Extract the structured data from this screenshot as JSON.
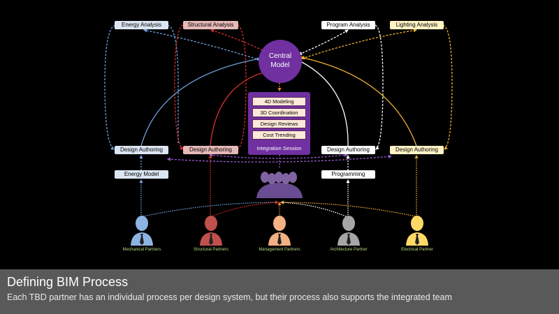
{
  "diagram": {
    "center": {
      "label_line1": "Central",
      "label_line2": "Model",
      "color": "#7030a0"
    },
    "analysis": [
      {
        "label": "Energy Analysis",
        "color": "#dce6f2"
      },
      {
        "label": "Structural Analysis",
        "color": "#e6b9b8"
      },
      {
        "label": "Program Analysis",
        "color": "#ffffff"
      },
      {
        "label": "Lighting Analysis",
        "color": "#fff2c5"
      }
    ],
    "authoring": [
      {
        "label": "Design Authoring",
        "color": "#dce6f2"
      },
      {
        "label": "Design Authoring",
        "color": "#e6b9b8"
      },
      {
        "label": "Design Authoring",
        "color": "#ffffff"
      },
      {
        "label": "Design Authoring",
        "color": "#fff2c5"
      }
    ],
    "inputs": [
      {
        "label": "Energy Model",
        "color": "#dce6f2"
      },
      {
        "label": "Programming",
        "color": "#ffffff"
      }
    ],
    "integration": {
      "items": [
        "4D Modeling",
        "3D Coordination",
        "Design Reviews",
        "Cost Trending"
      ],
      "label": "Integration Session"
    },
    "partners": [
      {
        "label": "Mechanical Partners",
        "color": "#8db3e2"
      },
      {
        "label": "Structural Partners",
        "color": "#c0504d"
      },
      {
        "label": "Management Partners",
        "color": "#f4b183"
      },
      {
        "label": "Architecture Partner",
        "color": "#a6a6a6"
      },
      {
        "label": "Electrical Partner",
        "color": "#ffd966"
      }
    ],
    "line_colors": {
      "mechanical": "#6fa0dc",
      "structural": "#d9302c",
      "architecture": "#ffffff",
      "electrical": "#f0b030",
      "integration": "#9b59d0",
      "management": "#f08030"
    }
  },
  "caption": {
    "title": "Defining BIM Process",
    "subtitle": "Each TBD partner has an individual process per design system, but their process also supports the integrated team"
  }
}
